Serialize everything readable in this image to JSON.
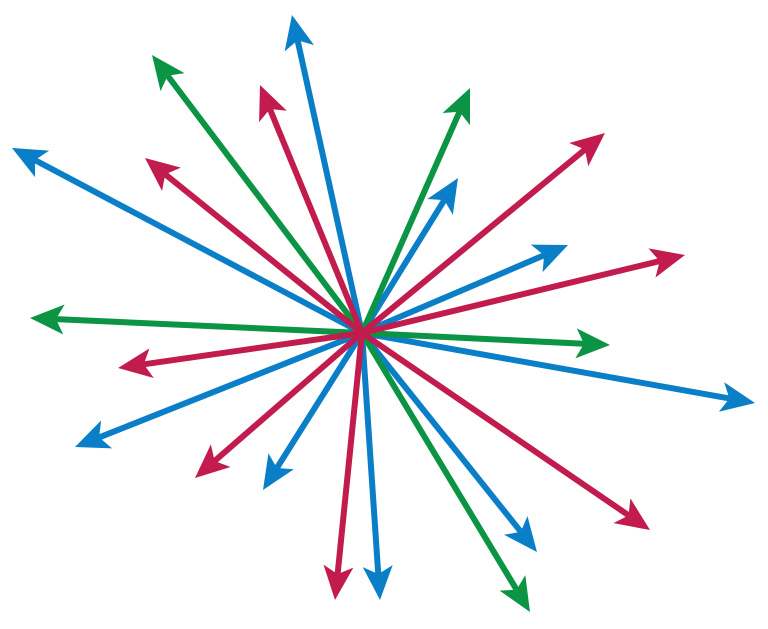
{
  "diagram": {
    "type": "radiating-arrows",
    "colors": {
      "blue": "#0a7fc8",
      "green": "#0b9444",
      "red": "#c11c4d",
      "background": "#ffffff"
    },
    "arrows": [
      {
        "color": "blue",
        "direction": "upper-left"
      },
      {
        "color": "blue",
        "direction": "up"
      },
      {
        "color": "blue",
        "direction": "upper-right-short"
      },
      {
        "color": "blue",
        "direction": "right-up"
      },
      {
        "color": "blue",
        "direction": "right-down"
      },
      {
        "color": "blue",
        "direction": "lower-left"
      },
      {
        "color": "blue",
        "direction": "down-left"
      },
      {
        "color": "blue",
        "direction": "down"
      },
      {
        "color": "blue",
        "direction": "lower-right"
      },
      {
        "color": "green",
        "direction": "upper-left"
      },
      {
        "color": "green",
        "direction": "upper-right"
      },
      {
        "color": "green",
        "direction": "left"
      },
      {
        "color": "green",
        "direction": "right"
      },
      {
        "color": "green",
        "direction": "down-right"
      },
      {
        "color": "red",
        "direction": "up-left"
      },
      {
        "color": "red",
        "direction": "upper-left"
      },
      {
        "color": "red",
        "direction": "upper-right"
      },
      {
        "color": "red",
        "direction": "right"
      },
      {
        "color": "red",
        "direction": "left"
      },
      {
        "color": "red",
        "direction": "lower-left"
      },
      {
        "color": "red",
        "direction": "down"
      },
      {
        "color": "red",
        "direction": "lower-right"
      }
    ]
  }
}
